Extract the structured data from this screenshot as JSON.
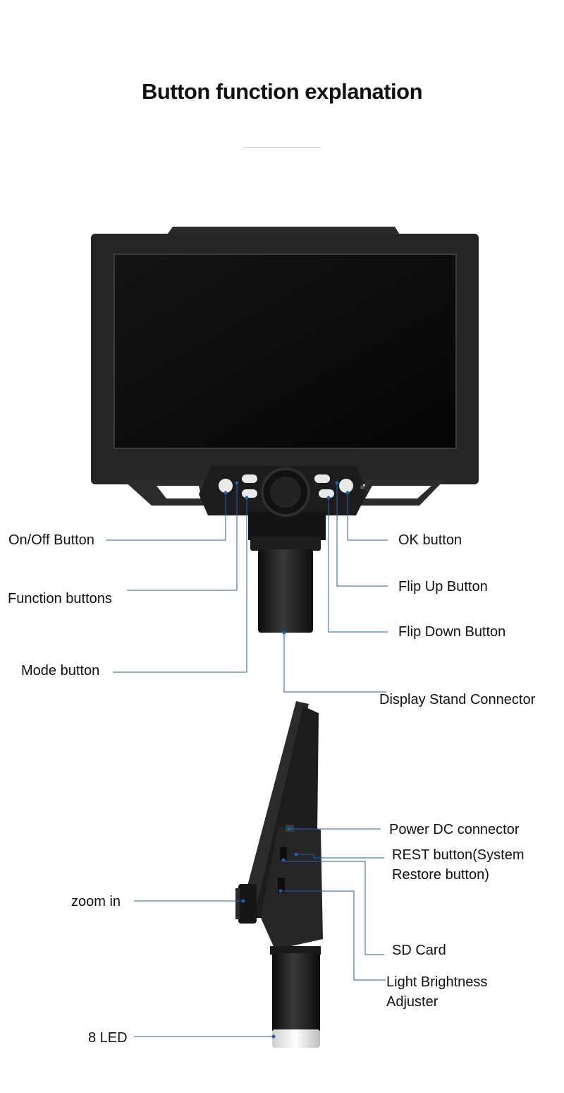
{
  "title": "Button function explanation",
  "accent_color": "#1f5fb0",
  "front_view": {
    "labels": {
      "on_off": "On/Off Button",
      "function": "Function buttons",
      "mode": "Mode button",
      "ok": "OK button",
      "flip_up": "Flip Up Button",
      "flip_down": "Flip Down Button",
      "stand_connector": "Display Stand Connector"
    }
  },
  "side_view": {
    "labels": {
      "power_dc": "Power DC connector",
      "rest_line1": "REST button(System",
      "rest_line2": "Restore button)",
      "sd_card": "SD Card",
      "brightness_line1": "Light Brightness",
      "brightness_line2": "Adjuster",
      "zoom_in": "zoom in",
      "led": "8 LED"
    }
  }
}
